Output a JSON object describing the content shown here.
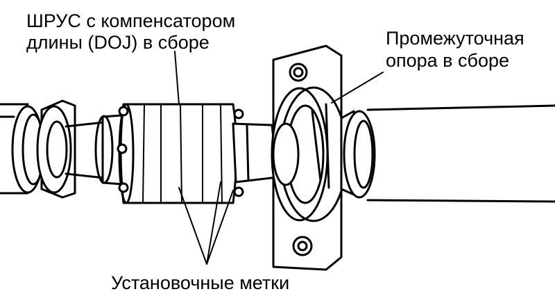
{
  "labels": {
    "doj_line1": "ШРУС с компенсатором",
    "doj_line2": "длины (DOJ) в сборе",
    "support_line1": "Промежуточная",
    "support_line2": "опора в сборе",
    "marks": "Установочные метки"
  }
}
